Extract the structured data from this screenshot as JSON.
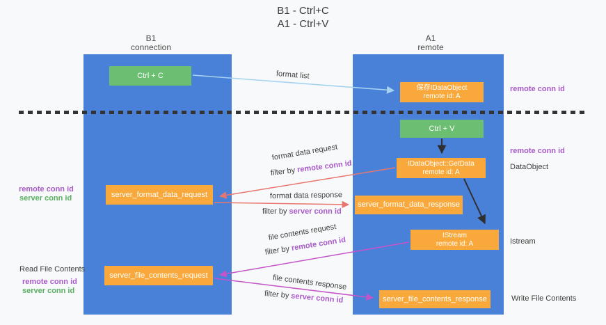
{
  "title": {
    "line1": "B1 - Ctrl+C",
    "line2": "A1 - Ctrl+V"
  },
  "columns": {
    "left": {
      "name": "B1",
      "role": "connection"
    },
    "right": {
      "name": "A1",
      "role": "remote"
    }
  },
  "nodes": {
    "ctrl_c": {
      "label": "Ctrl + C"
    },
    "save_idataobject": {
      "line1": "保存IDataObject",
      "line2": "remote id: A"
    },
    "ctrl_v": {
      "label": "Ctrl + V"
    },
    "getdata": {
      "line1": "IDataObject::GetData",
      "line2": "remote id: A"
    },
    "format_request": {
      "label": "server_format_data_request"
    },
    "format_response": {
      "label": "server_format_data_response"
    },
    "istream": {
      "line1": "IStream",
      "line2": "remote id: A"
    },
    "file_request": {
      "label": "server_file_contents_request"
    },
    "file_response": {
      "label": "server_file_contents_response"
    }
  },
  "edges": {
    "format_list": {
      "label": "format list"
    },
    "format_data_request": {
      "label": "format data request",
      "filter_prefix": "filter by",
      "filter_key": "remote conn id"
    },
    "format_data_response": {
      "label": "format data response",
      "filter_prefix": "filter by",
      "filter_key": "server conn id"
    },
    "file_contents_request": {
      "label": "file contents request",
      "filter_prefix": "filter by",
      "filter_key": "remote conn id"
    },
    "file_contents_response": {
      "label": "file contents response",
      "filter_prefix": "filter by",
      "filter_key": "server conn id"
    }
  },
  "annotations": {
    "remote_conn_top_right": "remote conn id",
    "remote_conn_mid_right": "remote conn id",
    "dataobject": "DataObject",
    "istream": "Istream",
    "write_file_contents": "Write File Contents",
    "remote_conn_mid_left": "remote conn id",
    "server_conn_mid_left": "server conn id",
    "read_file_contents": "Read File Contents",
    "remote_conn_bottom_left": "remote conn id",
    "server_conn_bottom_left": "server conn id"
  },
  "colors": {
    "lane": "#4a81d8",
    "node_orange": "#f9a93c",
    "node_green": "#6cbf72",
    "arrow_blue": "#a5d2f0",
    "arrow_red": "#e8766e",
    "arrow_magenta": "#c554c8",
    "arrow_black": "#2f2f2f",
    "text_purple": "#a85bc8",
    "text_green": "#57b05f"
  }
}
